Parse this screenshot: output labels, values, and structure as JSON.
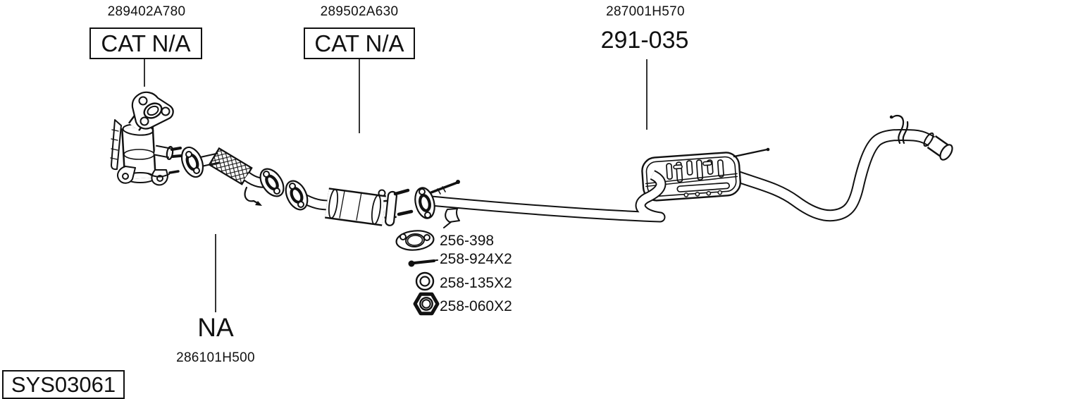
{
  "page": {
    "background": "#ffffff",
    "line_color": "#111111"
  },
  "system_code": "SYS03061",
  "callouts": {
    "front_cat": {
      "part_number": "289402A780",
      "label": "CAT N/A"
    },
    "mid_cat": {
      "part_number": "289502A630",
      "label": "CAT N/A"
    },
    "muffler": {
      "part_number": "287001H570",
      "label": "291-035"
    },
    "front_pipe": {
      "part_number": "286101H500",
      "label": "NA"
    }
  },
  "hardware": [
    {
      "icon": "gasket-icon",
      "part_number": "256-398"
    },
    {
      "icon": "bolt-icon",
      "part_number": "258-924X2"
    },
    {
      "icon": "washer-icon",
      "part_number": "258-135X2"
    },
    {
      "icon": "nut-icon",
      "part_number": "258-060X2"
    }
  ]
}
